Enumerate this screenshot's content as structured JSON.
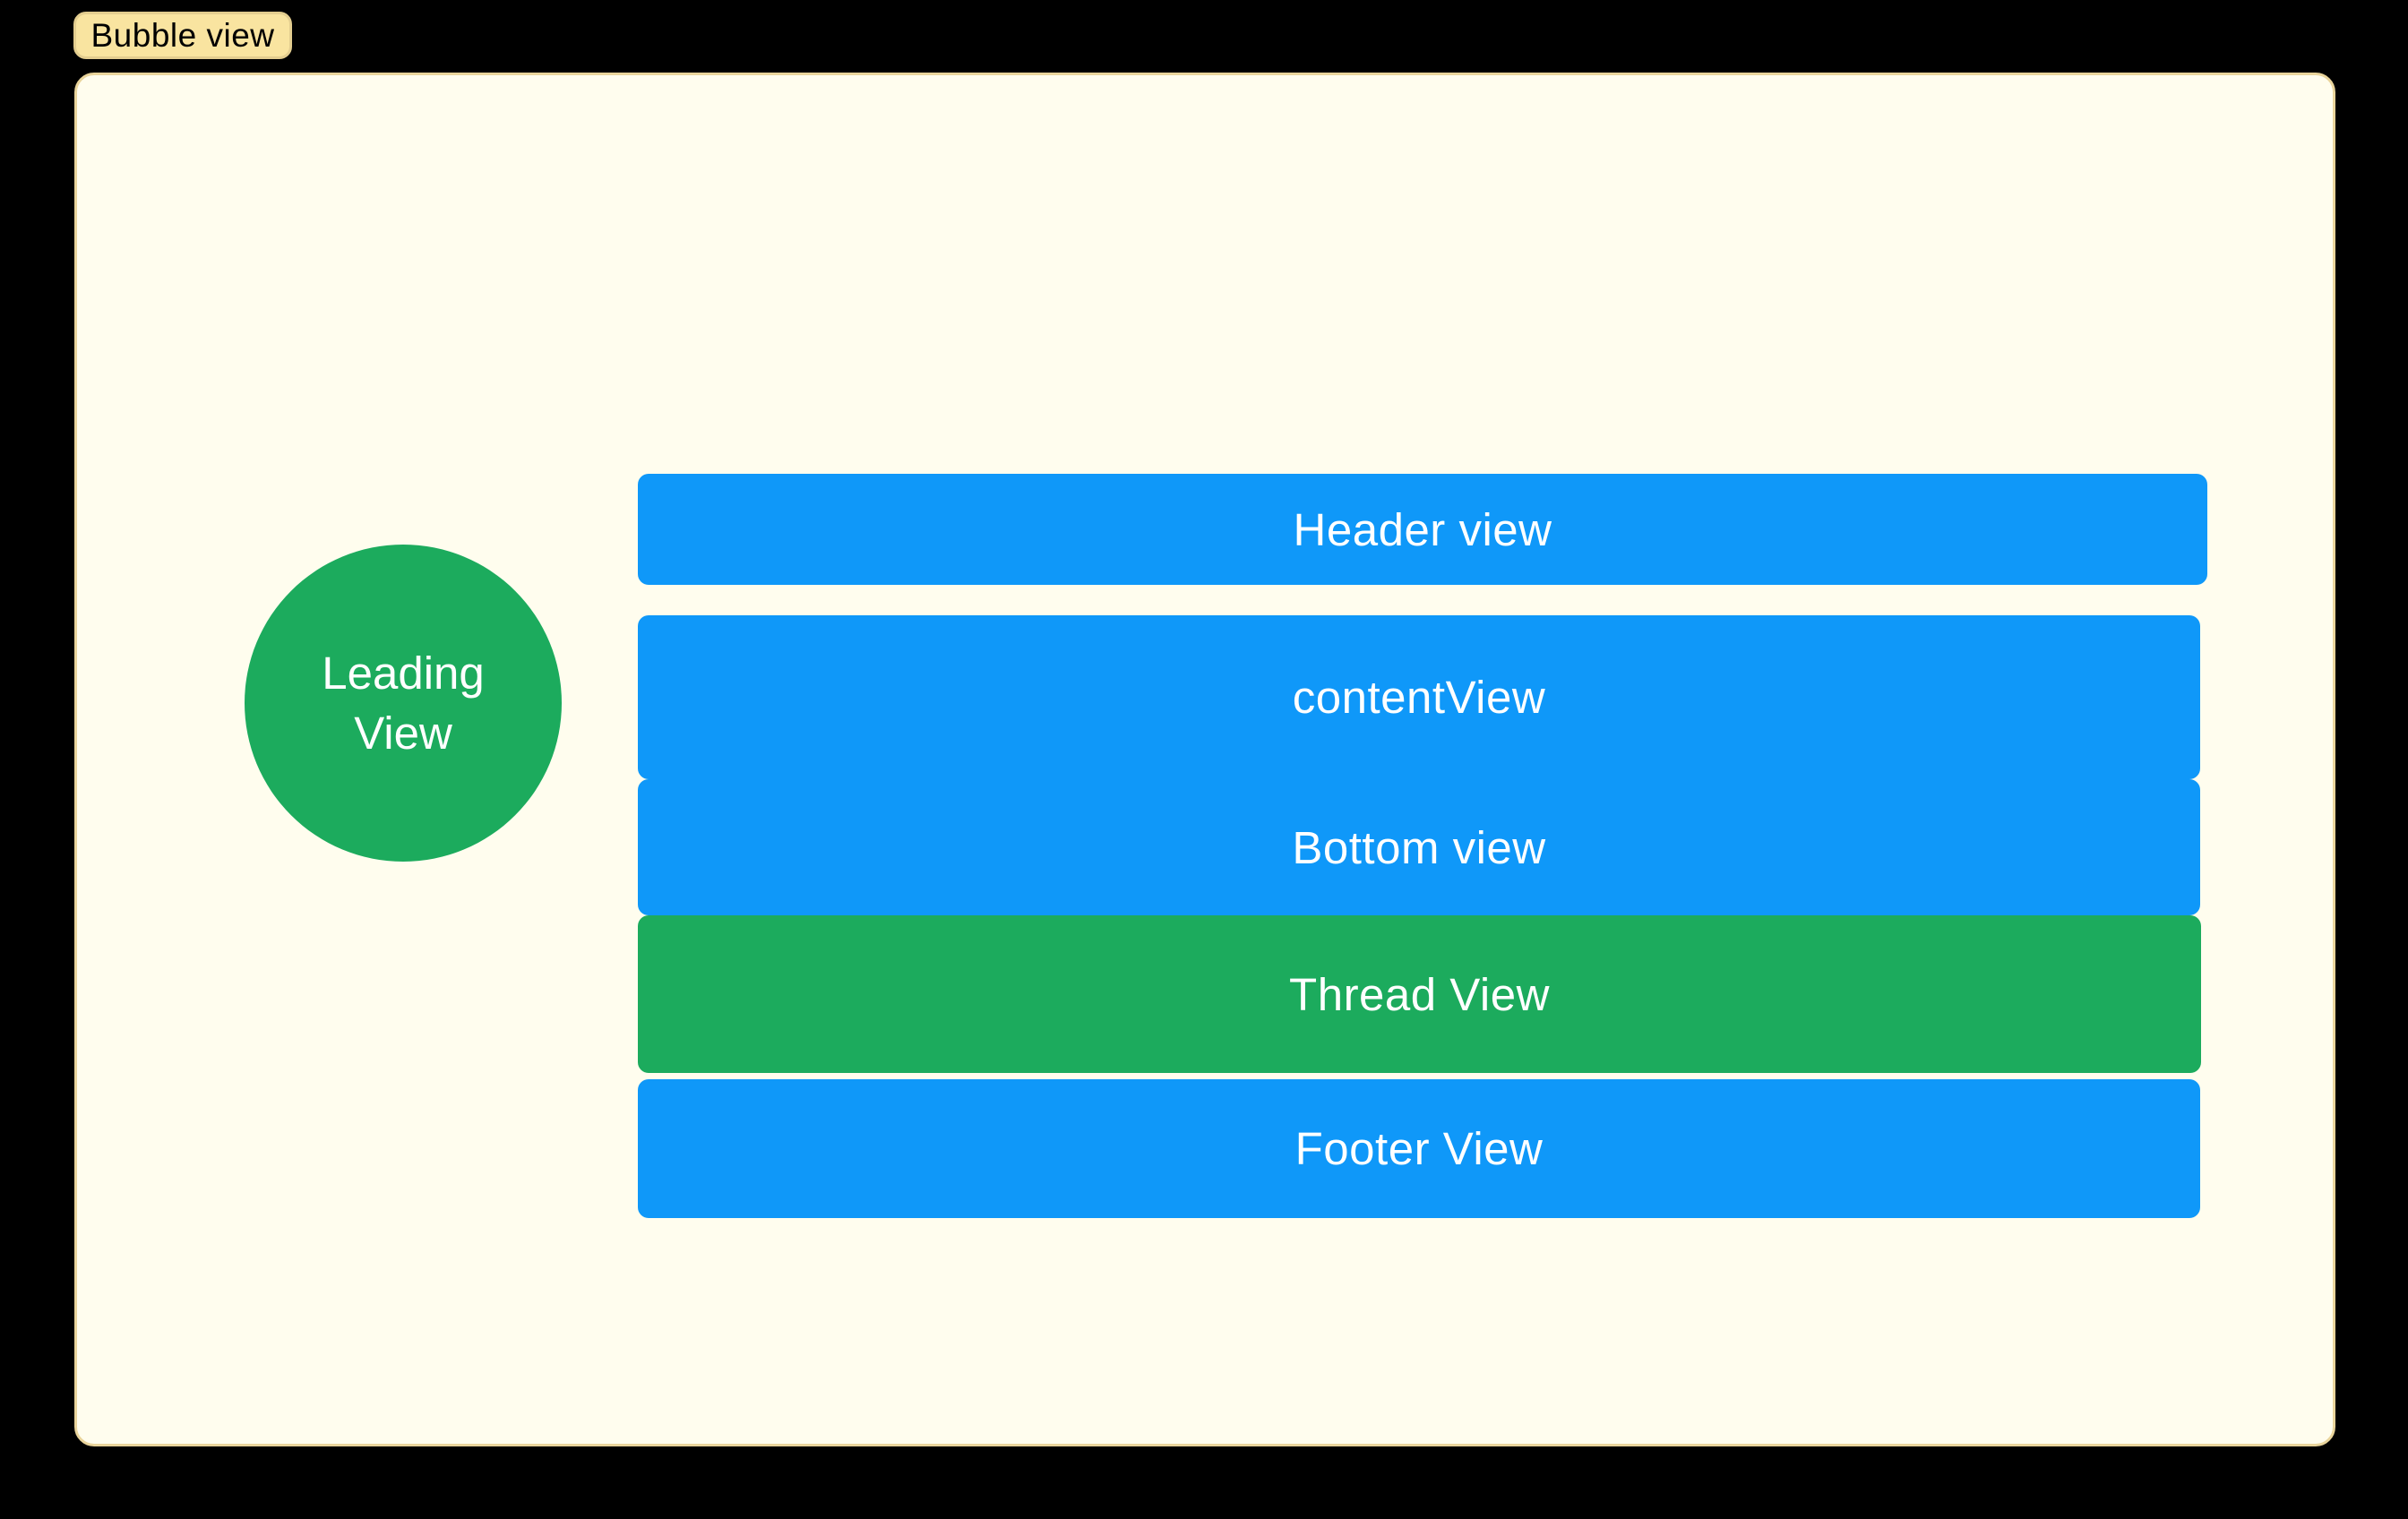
{
  "title_badge": {
    "label": "Bubble view"
  },
  "leading_view": {
    "line1": "Leading",
    "line2": "View"
  },
  "views": {
    "header": {
      "label": "Header view"
    },
    "content": {
      "label": "contentView"
    },
    "bottom": {
      "label": "Bottom view"
    },
    "thread": {
      "label": "Thread View"
    },
    "footer": {
      "label": "Footer View"
    }
  },
  "colors": {
    "background": "#000000",
    "panel_bg": "#FFFDEE",
    "panel_border": "#E9D49B",
    "badge_bg": "#F9E4A0",
    "badge_border": "#E3CD8F",
    "badge_text": "#000000",
    "blue_bar": "#0F98F9",
    "green_bar": "#1CAB5D",
    "green_circle": "#1CAB5D",
    "bar_text": "#FFFFFF"
  }
}
